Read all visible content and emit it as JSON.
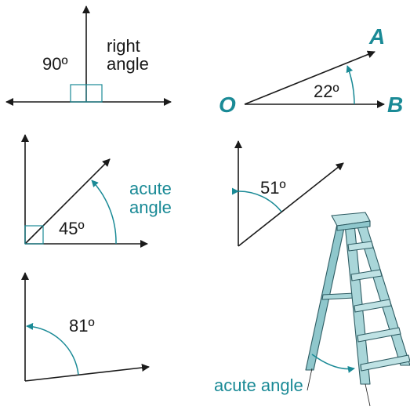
{
  "figure_right_angle": {
    "angle_label": "90º",
    "label_line1": "right",
    "label_line2": "angle"
  },
  "figure_named_angle": {
    "vertex": "O",
    "point_a": "A",
    "point_b": "B",
    "angle_label": "22º"
  },
  "figure_acute_45": {
    "angle_label": "45º",
    "label_line1": "acute",
    "label_line2": "angle"
  },
  "figure_acute_51": {
    "angle_label": "51º"
  },
  "figure_acute_81": {
    "angle_label": "81º"
  },
  "figure_ladder": {
    "label": "acute angle"
  },
  "colors": {
    "accent": "#1a8a96",
    "line": "#1a1a1a",
    "ladder": "#a9d6d9"
  }
}
